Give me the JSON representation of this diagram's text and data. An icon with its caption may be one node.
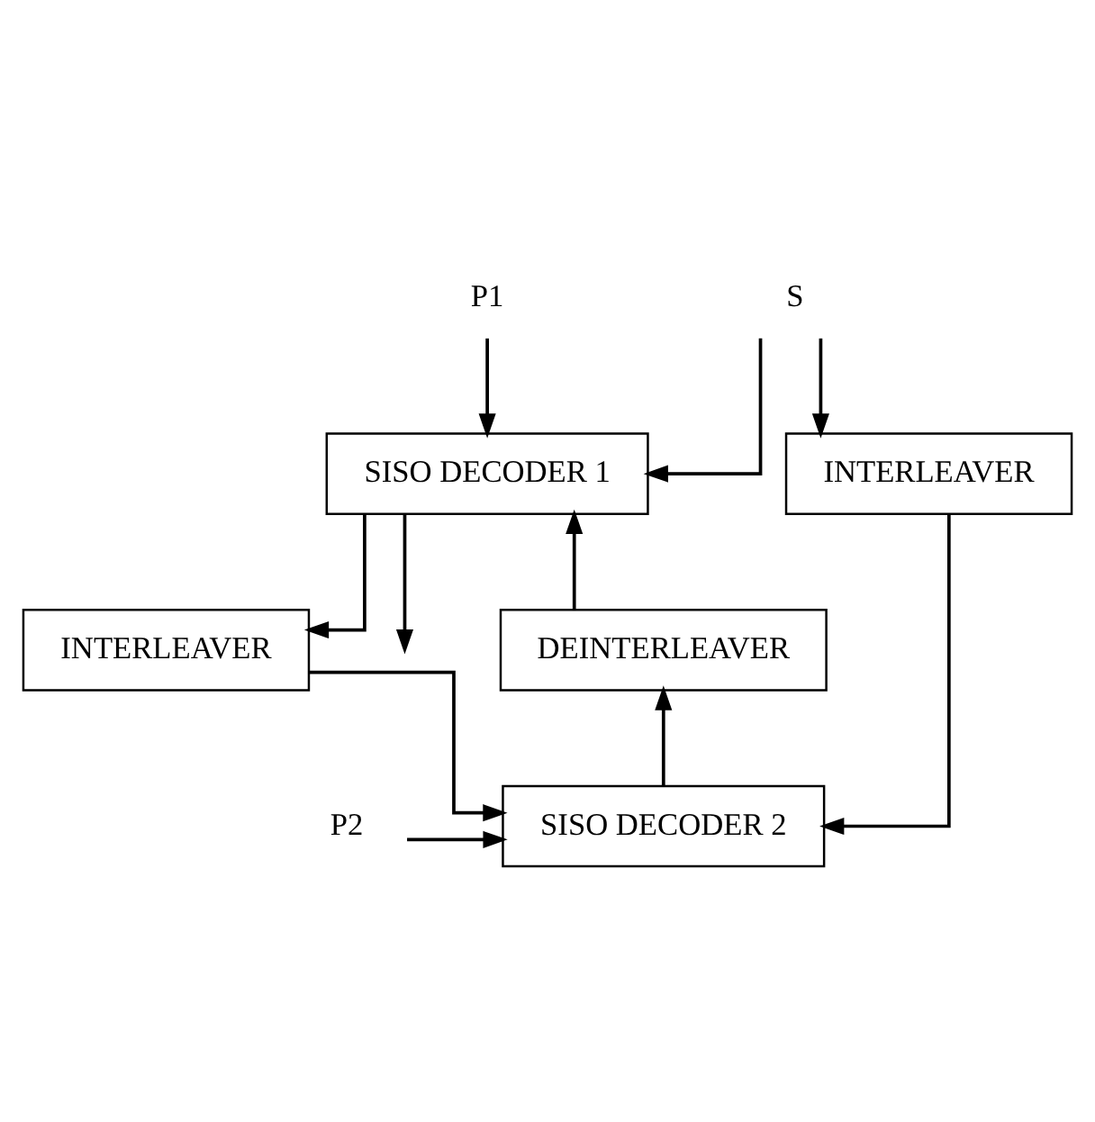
{
  "diagram": {
    "nodes": [
      {
        "text": [
          "P1"
        ]
      },
      {
        "text": [
          "SISO DECODER 1"
        ]
      },
      {
        "text": [
          "S"
        ]
      },
      {
        "text": [
          "INTERLEAVER"
        ]
      },
      {
        "text": [
          "INTERLEAVER"
        ]
      },
      {
        "text": [
          "DEINTERLEAVER"
        ]
      },
      {
        "text": [
          "SISO DECODER 2"
        ]
      },
      {
        "text": [
          "P2"
        ]
      }
    ],
    "edges": [
      {
        "from": 0,
        "to": 1,
        "arrow": "to"
      },
      {
        "from": 1,
        "to": null,
        "arrow": "to"
      },
      {
        "from": 2,
        "to": 1,
        "arrow": "to"
      },
      {
        "from": 2,
        "to": 3,
        "arrow": "to"
      },
      {
        "from": 1,
        "to": 4,
        "arrow": "to"
      },
      {
        "from": 5,
        "to": 1,
        "arrow": "to"
      },
      {
        "from": 3,
        "to": 6,
        "arrow": "to"
      },
      {
        "from": 4,
        "to": 6,
        "arrow": "to"
      },
      {
        "from": 6,
        "to": 5,
        "arrow": "to"
      },
      {
        "from": 7,
        "to": 6,
        "arrow": "to"
      }
    ]
  }
}
